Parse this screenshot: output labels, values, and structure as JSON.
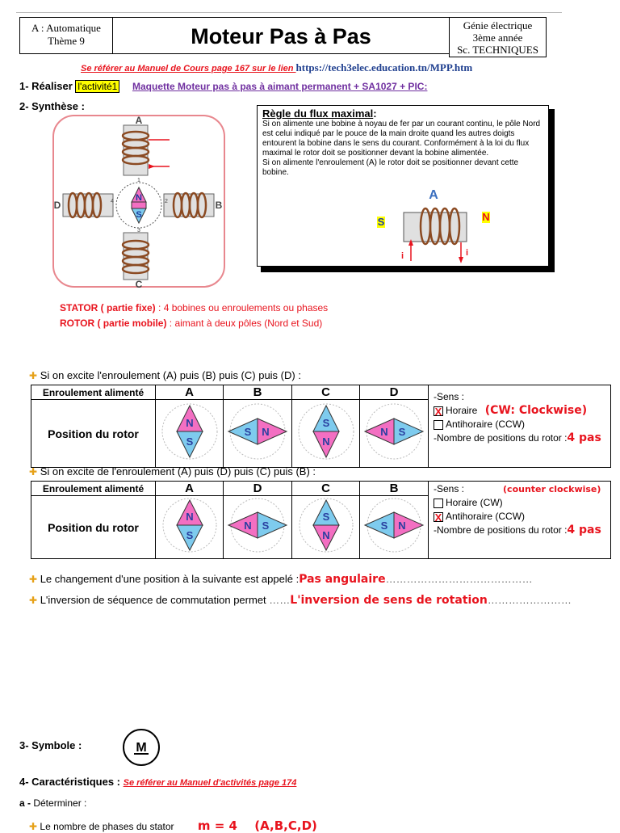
{
  "header": {
    "left_line1": "A : Automatique",
    "left_line2": "Thème 9",
    "title": "Moteur Pas à Pas",
    "right_line1": "Génie électrique",
    "right_line2": "3ème année",
    "right_line3": "Sc. TECHNIQUES"
  },
  "reference": {
    "text": "Se référer au Manuel de Cours page 167 sur le  lien ",
    "link": "https://tech3elec.education.tn/MPP.htm"
  },
  "section1": {
    "label": "1-  Réaliser ",
    "badge": "l'activité1",
    "link": "Maquette Moteur pas à pas à aimant permanent + SA1027 + PIC:"
  },
  "section2": {
    "label": "2- Synthèse :",
    "motor": {
      "A": "A",
      "B": "B",
      "C": "C",
      "D": "D",
      "n1": "1",
      "n2": "2",
      "n3": "3",
      "n4": "4",
      "N": "N",
      "S": "S"
    },
    "rule": {
      "title": "Règle du flux maximal",
      "colon": ":",
      "p1": "Si on alimente une bobine à noyau de fer par un courant continu, le pôle Nord est celui indiqué par le pouce de la main droite quand les autres doigts entourent la bobine dans le sens du courant. Conformément à la loi du flux maximal le rotor doit se positionner devant la bobine alimentée.",
      "p2": "Si on alimente l'enroulement (A)  le rotor doit se positionner devant cette bobine.",
      "coil_label": "A",
      "s_label": "S",
      "n_label": "N",
      "i_label": "i"
    },
    "stator_label": "STATOR ( partie fixe)",
    "stator_text": " : 4 bobines ou enroulements ou phases",
    "rotor_label": "ROTOR ( partie mobile)",
    "rotor_text": " : aimant à deux pôles (Nord et Sud)"
  },
  "table1": {
    "intro": "Si on excite  l'enroulement (A) puis (B) puis (C) puis (D) :",
    "head_label": "Enroulement alimenté",
    "row_label": "Position du rotor",
    "cols": [
      "A",
      "B",
      "C",
      "D"
    ],
    "sens": "-Sens :",
    "cw": "Horaire",
    "ccw": "Antihoraire (CCW)",
    "cw_mark": "X",
    "cw_note": "(CW: Clockwise)",
    "count_label": "-Nombre de positions du rotor :",
    "count_value": "4 pas"
  },
  "table2": {
    "intro": "Si on excite de l'enroulement (A) puis (D) puis (C) puis (B) :",
    "head_label": "Enroulement alimenté",
    "row_label": "Position du rotor",
    "cols": [
      "A",
      "D",
      "C",
      "B"
    ],
    "sens": "-Sens :",
    "note": "(counter clockwise)",
    "cw": "Horaire (CW)",
    "ccw": "Antihoraire (CCW)",
    "ccw_mark": "X",
    "count_label": "-Nombre de positions du rotor :",
    "count_value": "4 pas"
  },
  "q1": {
    "text": "Le changement d'une position à la suivante est appelé :",
    "answer": "Pas angulaire"
  },
  "q2": {
    "text": "L'inversion de séquence de commutation permet ",
    "answer": "L'inversion de sens de rotation"
  },
  "section3": {
    "label": "3- Symbole :",
    "symbol": "M"
  },
  "section4": {
    "label": "4- Caractéristiques : ",
    "ref": "Se référer au Manuel d'activités page 174"
  },
  "partA": {
    "label": "a - ",
    "text": "Déterminer :"
  },
  "partial": {
    "text": "Le nombre de phases du stator",
    "answer": "m = 4",
    "answer2": "(A,B,C,D)"
  },
  "colors": {
    "red": "#e8141e",
    "pink": "#f36fc2",
    "blue": "#7ecbee",
    "coil": "#8b4a22",
    "yellow": "#ffff00"
  }
}
